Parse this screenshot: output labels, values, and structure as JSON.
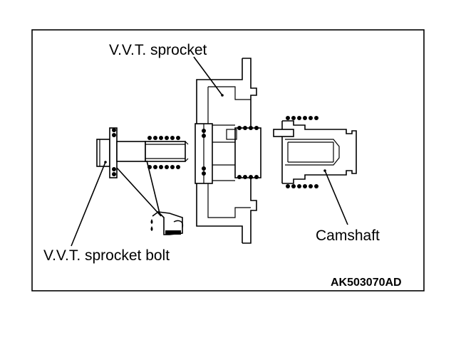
{
  "labels": {
    "sprocket": "V.V.T. sprocket",
    "bolt": "V.V.T. sprocket bolt",
    "camshaft": "Camshaft",
    "code": "AK503070AD"
  },
  "icons": [
    "oil-can-icon",
    "oil-drop-icon"
  ],
  "colors": {
    "line": "#000000",
    "background": "#ffffff"
  }
}
